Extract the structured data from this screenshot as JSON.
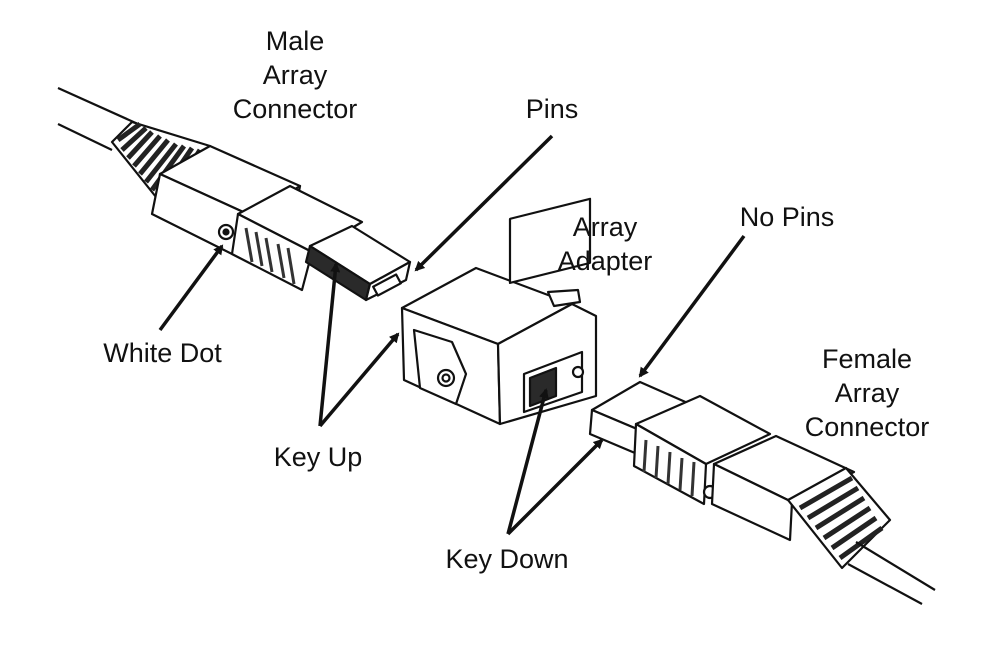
{
  "colors": {
    "ink": "#111111",
    "body": "#ffffff",
    "shade": "#d9d9d9",
    "grip": "#2a2a2a"
  },
  "labels": {
    "male_connector": [
      "Male",
      "Array",
      "Connector"
    ],
    "pins": "Pins",
    "array_adapter": [
      "Array",
      "Adapter"
    ],
    "no_pins": "No Pins",
    "white_dot": "White Dot",
    "key_up": "Key Up",
    "female_connector": [
      "Female",
      "Array",
      "Connector"
    ],
    "key_down": "Key Down"
  }
}
